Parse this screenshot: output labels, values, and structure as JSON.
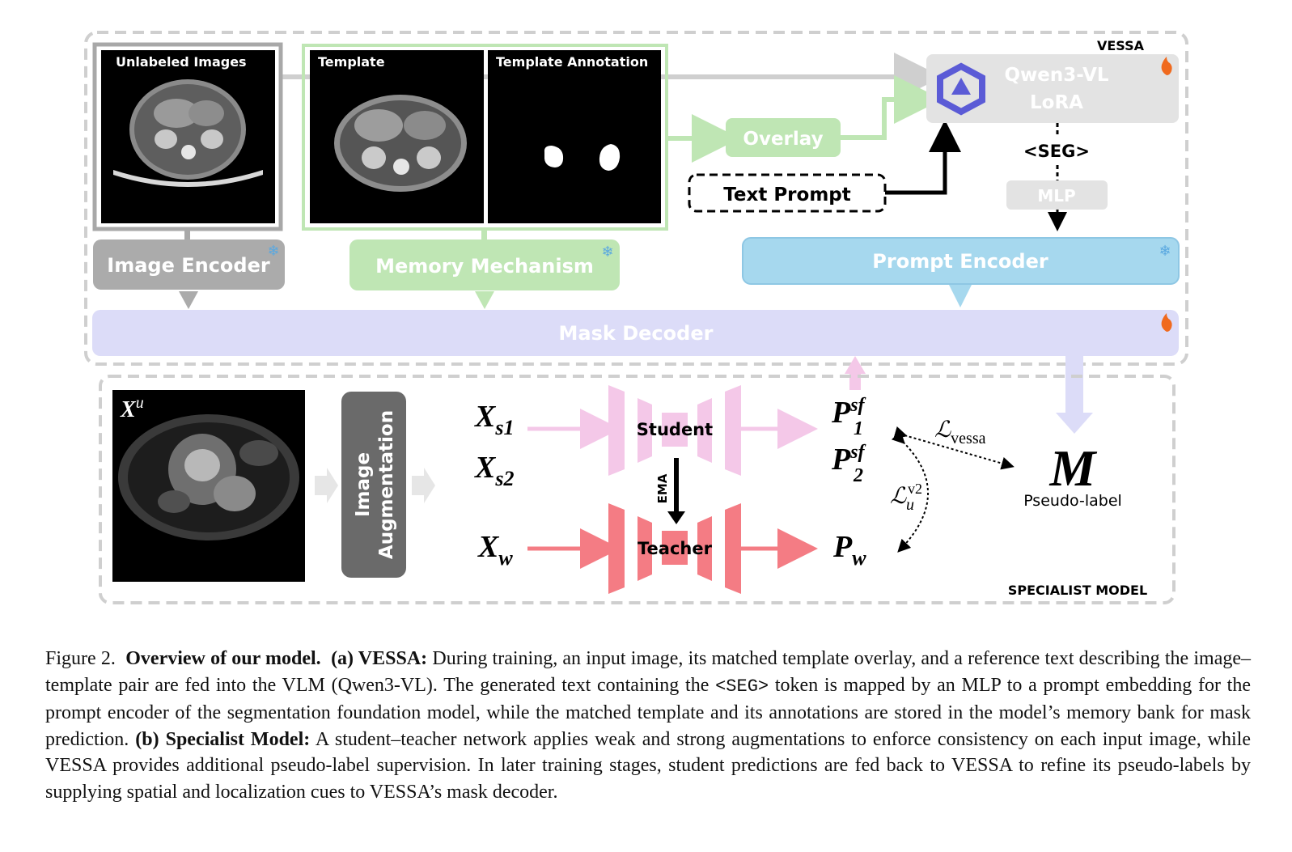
{
  "vessa": {
    "tag": "VESSA",
    "unlabeled_label": "Unlabeled Images",
    "template_label": "Template",
    "template_annotation_label": "Template Annotation",
    "overlay": "Overlay",
    "text_prompt": "Text Prompt",
    "qwen_line1": "Qwen3-VL",
    "qwen_line2": "LoRA",
    "seg_token": "<SEG>",
    "mlp": "MLP",
    "image_encoder": "Image Encoder",
    "memory_mechanism": "Memory Mechanism",
    "prompt_encoder": "Prompt Encoder",
    "mask_decoder": "Mask Decoder"
  },
  "specialist": {
    "tag": "SPECIALIST MODEL",
    "input_symbol": "X",
    "input_sup": "u",
    "augmentation_line1": "Image",
    "augmentation_line2": "Augmentation",
    "xs1_base": "X",
    "xs1_sub": "s1",
    "xs2_base": "X",
    "xs2_sub": "s2",
    "xw_base": "X",
    "xw_sub": "w",
    "student": "Student",
    "teacher": "Teacher",
    "ema": "EMA",
    "p1_base": "P",
    "p1_sup": "sf",
    "p1_sub": "1",
    "p2_base": "P",
    "p2_sup": "sf",
    "p2_sub": "2",
    "pw_base": "P",
    "pw_sub": "w",
    "loss_vessa_base": "ℒ",
    "loss_vessa_sub": "vessa",
    "loss_u_base": "ℒ",
    "loss_u_sub": "u",
    "loss_u_sup": "v2",
    "pseudo_symbol": "M",
    "pseudo_label": "Pseudo-label"
  },
  "caption": {
    "fig": "Figure 2.",
    "title": "Overview of our model.",
    "a_label": "(a) VESSA:",
    "a_text1": "During training, an input image, its matched template overlay, and a reference text describing the image–template pair are fed into the VLM (Qwen3-VL). The generated text containing the",
    "seg_code": "<SEG>",
    "a_text2": "token is mapped by an MLP to a prompt embedding for the prompt encoder of the segmentation foundation model, while the matched template and its annotations are stored in the model’s memory bank for mask prediction.",
    "b_label": "(b) Specialist Model:",
    "b_text": "A student–teacher network applies weak and strong augmentations to enforce consistency on each input image, while VESSA provides additional pseudo-label supervision. In later training stages, student predictions are fed back to VESSA to refine its pseudo-labels by supplying spatial and localization cues to VESSA’s mask decoder."
  },
  "colors": {
    "dashed_border": "#cfcfcf",
    "image_encoder": "#ababab",
    "memory": "#bfe6b4",
    "overlay": "#bfe6b4",
    "prompt_encoder": "#a6d8ee",
    "mask_decoder": "#dcdcf8",
    "qwen_box": "#e3e3e3",
    "qwen_logo": "#5b5bd6",
    "student": "#f4c8e8",
    "teacher": "#f47c84",
    "augmentation": "#6a6a6a",
    "flame": "#f06a1e",
    "snowflake": "#5aa8e0"
  }
}
